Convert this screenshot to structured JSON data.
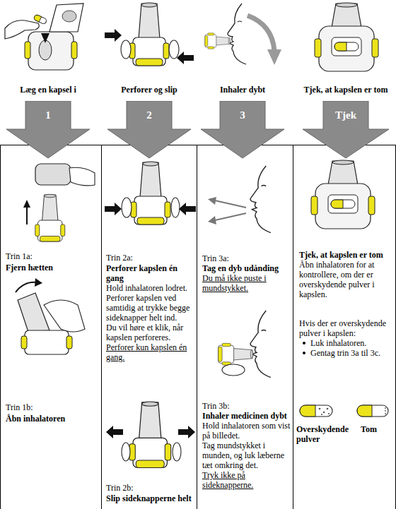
{
  "diagram": {
    "nodes": [
      {
        "text": [
          "1"
        ]
      },
      {
        "text": [
          "2"
        ]
      },
      {
        "text": [
          "3"
        ]
      },
      {
        "text": [
          "Tjek"
        ]
      },
      {
        "text": [
          "Trin 1a:",
          "Fjern hætten",
          "Trin 1b:",
          "Åbn inhalatoren"
        ]
      },
      {
        "text": [
          "Trin 2a:",
          "Perforer kapslen én gang",
          "Hold inhalatoren lodret.",
          "Perforer kapslen ved samtidig at trykke begge sideknapper helt ind.",
          "Du vil høre et klik, når kapslen perforeres.",
          "Perforer kun kapslen én gang.",
          "Trin 2b:",
          "Slip sideknapperne helt"
        ]
      },
      {
        "text": [
          "Trin 3a:",
          "Tag en dyb udånding",
          "Du må ikke puste i mundstykket.",
          "Trin 3b:",
          "Inhaler medicinen dybt",
          "Hold inhalatoren som vist på billedet.",
          "Tag mundstykket i munden, og luk læberne tæt omkring det.",
          "Tryk ikke på sideknapperne."
        ]
      },
      {
        "text": [
          "Tjek, at kapslen er tom",
          "Åbn inhalatoren for at kontrollere, om der er overskydende pulver i kapslen.",
          "Hvis der er overskydende pulver i kapslen:",
          "Luk inhalatoren.",
          "Gentag trin 3a til 3c.",
          "Overskydende pulver",
          "Tom"
        ]
      }
    ],
    "labels": [
      "Læg en kapsel i",
      "Perforer og slip",
      "Inhaler dybt",
      "Tjek, at kapslen er tom"
    ]
  }
}
